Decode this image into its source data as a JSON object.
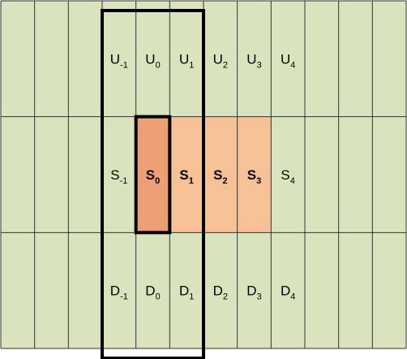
{
  "colors": {
    "background": "#d9e4bf",
    "highlight": "#f6c196",
    "highlight_dark": "#ec9e74",
    "grid_line": "#333333",
    "frame": "#000000"
  },
  "grid": {
    "columns": 12,
    "rows": 3
  },
  "rows": {
    "up": [
      {
        "base": "U",
        "sub": "-1"
      },
      {
        "base": "U",
        "sub": "0"
      },
      {
        "base": "U",
        "sub": "1"
      },
      {
        "base": "U",
        "sub": "2"
      },
      {
        "base": "U",
        "sub": "3"
      },
      {
        "base": "U",
        "sub": "4"
      }
    ],
    "same": [
      {
        "base": "S",
        "sub": "-1"
      },
      {
        "base": "S",
        "sub": "0",
        "bold": true
      },
      {
        "base": "S",
        "sub": "1",
        "bold": true
      },
      {
        "base": "S",
        "sub": "2",
        "bold": true
      },
      {
        "base": "S",
        "sub": "3",
        "bold": true
      },
      {
        "base": "S",
        "sub": "4"
      }
    ],
    "down": [
      {
        "base": "D",
        "sub": "-1"
      },
      {
        "base": "D",
        "sub": "0"
      },
      {
        "base": "D",
        "sub": "1"
      },
      {
        "base": "D",
        "sub": "2"
      },
      {
        "base": "D",
        "sub": "3"
      },
      {
        "base": "D",
        "sub": "4"
      }
    ]
  },
  "label_columns": [
    3,
    4,
    5,
    6,
    7,
    8
  ],
  "highlighted_cells": [
    4,
    5,
    6,
    7
  ],
  "highlighted_dark_cell": 4,
  "outer_window_columns": [
    3,
    5
  ],
  "inner_window_column": 4
}
